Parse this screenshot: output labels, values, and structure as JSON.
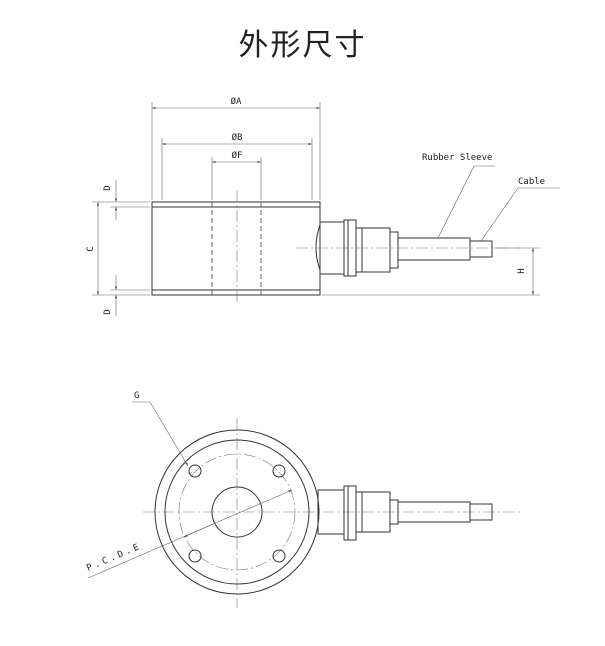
{
  "title": "外形尺寸",
  "front_view": {
    "dim_A": "ØA",
    "dim_B": "ØB",
    "dim_F": "ØF",
    "dim_C": "C",
    "dim_D_top": "D",
    "dim_D_bottom": "D",
    "dim_H": "H",
    "label_rubber_sleeve": "Rubber Sleeve",
    "label_cable": "Cable"
  },
  "top_view": {
    "label_G": "G",
    "label_pcd": "P.C.D.E"
  }
}
